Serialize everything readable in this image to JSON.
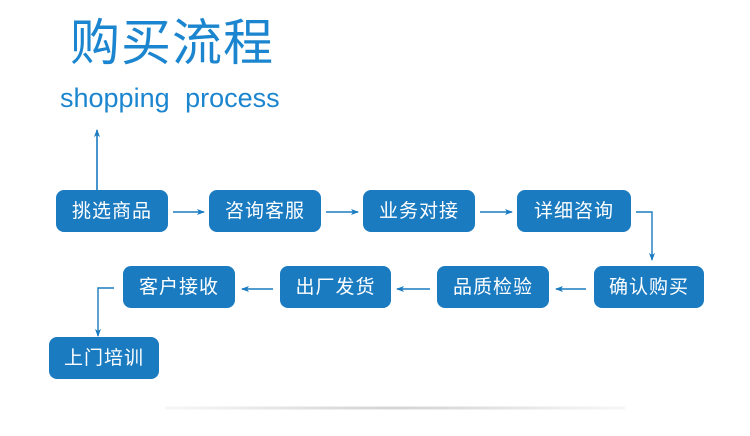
{
  "header": {
    "title": "购买流程",
    "subtitle": "shopping  process"
  },
  "colors": {
    "accent": "#1b86cf",
    "box_fill": "#1a7bc1",
    "box_text": "#ffffff",
    "connector": "#1a7bc1"
  },
  "steps": [
    {
      "label": "挑选商品"
    },
    {
      "label": "咨询客服"
    },
    {
      "label": "业务对接"
    },
    {
      "label": "详细咨询"
    },
    {
      "label": "确认购买"
    },
    {
      "label": "品质检验"
    },
    {
      "label": "出厂发货"
    },
    {
      "label": "客户接收"
    },
    {
      "label": "上门培训"
    }
  ]
}
